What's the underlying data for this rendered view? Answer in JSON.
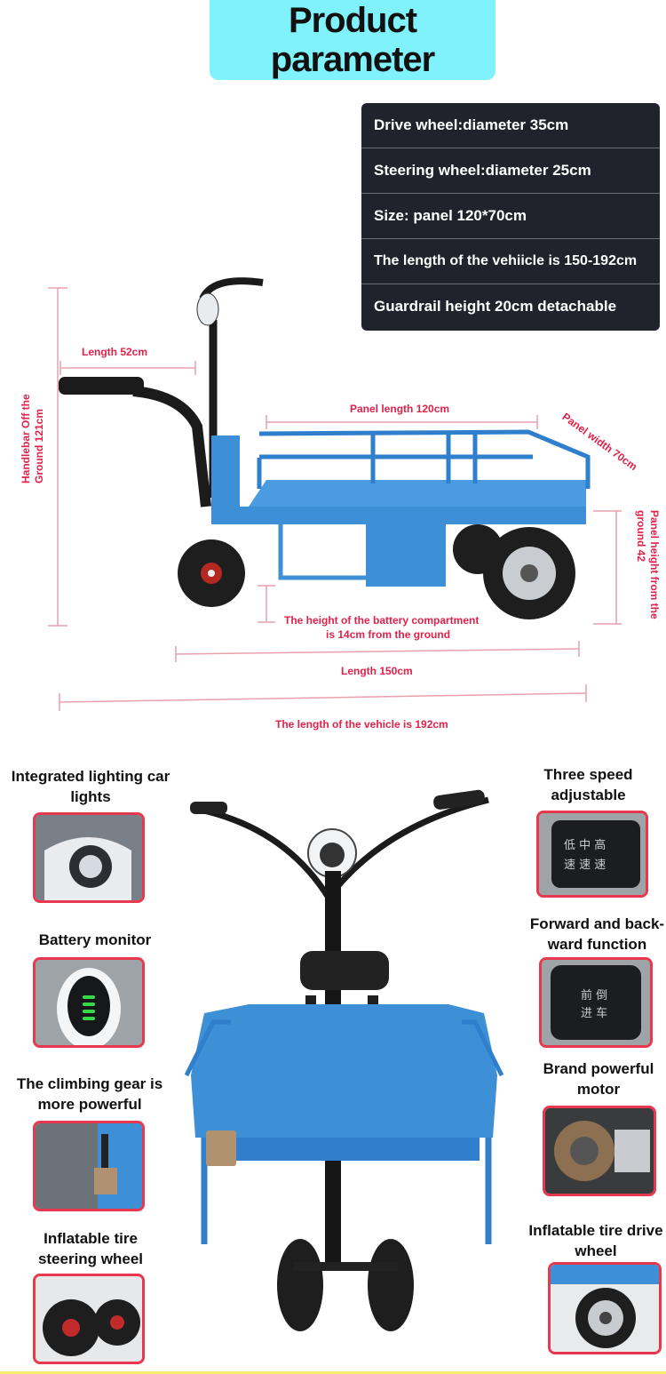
{
  "header": {
    "title_line1": "Product",
    "title_line2": "parameter"
  },
  "specs": [
    "Drive wheel:diameter 35cm",
    "Steering wheel:diameter 25cm",
    "Size: panel 120*70cm",
    "The length of the vehiicle is 150-192cm",
    "Guardrail height 20cm detachable"
  ],
  "dimensions": {
    "length_52": "Length 52cm",
    "handlebar": "Handlebar Off the Ground 121cm",
    "panel_length": "Panel length 120cm",
    "panel_width": "Panel width 70cm",
    "panel_height": "Panel height from the ground 42",
    "battery_line1": "The height of the battery compartment",
    "battery_line2": "is 14cm from the ground",
    "length_150": "Length 150cm",
    "length_192": "The length of the vehicle is 192cm"
  },
  "features_left": [
    {
      "title": "Integrated lighting car lights",
      "icon": "headlight-icon"
    },
    {
      "title": "Battery monitor",
      "icon": "battery-icon"
    },
    {
      "title": "The climbing gear is more powerful",
      "icon": "gear-lever-icon"
    },
    {
      "title": "Inflatable tire steering wheel",
      "icon": "tire-icon"
    }
  ],
  "features_right": [
    {
      "title": "Three speed adjustable",
      "icon": "speed-switch-icon",
      "chars": [
        "低",
        "中",
        "高",
        "速",
        "速",
        "速"
      ]
    },
    {
      "title": "Forward and back-ward function",
      "icon": "direction-switch-icon",
      "chars": [
        "前",
        "倒",
        "进",
        "车"
      ]
    },
    {
      "title": "Brand powerful motor",
      "icon": "motor-icon"
    },
    {
      "title": "Inflatable tire drive wheel",
      "icon": "drive-wheel-icon"
    }
  ],
  "colors": {
    "accent": "#e0224a",
    "title_bg": "#7ff2fb",
    "spec_bg": "#20232b",
    "cart_blue": "#3d8fd6"
  }
}
